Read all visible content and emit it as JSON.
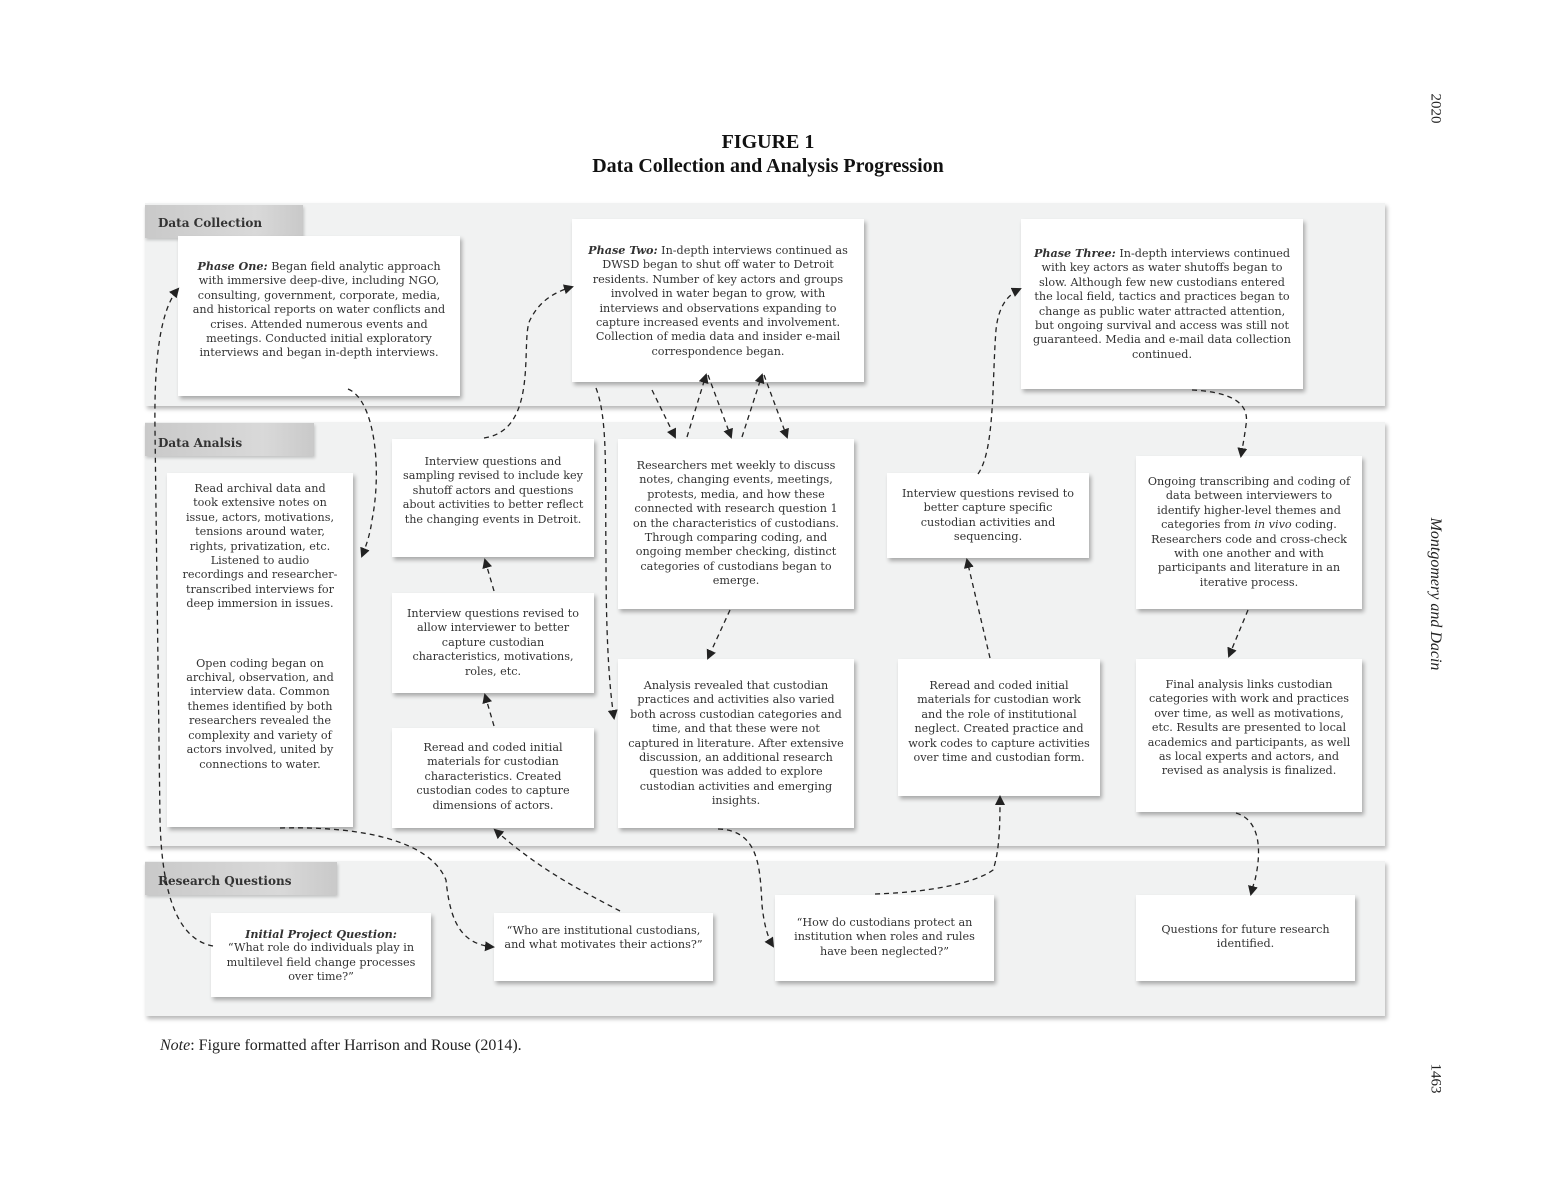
{
  "header": {
    "figure_number": "FIGURE 1",
    "figure_title": "Data Collection and Analysis Progression"
  },
  "margin": {
    "year": "2020",
    "authors": "Montgomery and Dacin",
    "page_number": "1463"
  },
  "bands": {
    "data_collection": "Data Collection",
    "data_analysis": "Data Analsis",
    "research_questions": "Research Questions"
  },
  "collection": {
    "phase_one_lead": "Phase One:",
    "phase_one_text": " Began field analytic approach with immersive deep-dive, including NGO, consulting, government, corporate, media, and historical reports on water conflicts and crises. Attended numerous events and meetings. Conducted initial exploratory interviews and began in-depth interviews.",
    "phase_two_lead": "Phase Two:",
    "phase_two_text": " In-depth interviews continued as DWSD began to shut off water to Detroit residents. Number of key actors and groups involved in water began to grow, with interviews and observations expanding to capture increased events and involvement. Collection of media data and insider e-mail correspondence began.",
    "phase_three_lead": "Phase Three:",
    "phase_three_text": " In-depth interviews continued with key actors as water shutoffs began to slow. Although few new custodians entered the local field, tactics and practices began to change as public water attracted attention, but ongoing survival and access was still not guaranteed. Media and e-mail data collection continued."
  },
  "analysis": {
    "archival_reading": "Read archival data and took extensive notes on issue, actors, motivations, tensions around water, rights, privatization, etc. Listened to audio recordings and researcher-transcribed interviews for deep immersion in issues.",
    "open_coding": "Open coding began on archival, observation, and interview data. Common themes identified by both researchers revealed the complexity and variety of actors involved, united by connections to water.",
    "questions_revised_shutoff": "Interview questions and sampling revised to include key shutoff actors and questions about activities to better reflect the changing events in Detroit.",
    "questions_revised_characteristics": "Interview questions revised to allow interviewer to better capture custodian characteristics, motivations, roles, etc.",
    "reread_characteristics": "Reread and coded initial materials for custodian characteristics. Created custodian codes to capture dimensions of actors.",
    "weekly_meetings": "Researchers met weekly to discuss notes, changing events, meetings, protests, media, and how these connected with research question 1 on the characteristics of custodians. Through comparing coding, and ongoing member checking, distinct categories of custodians began to emerge.",
    "analysis_revealed": "Analysis revealed that custodian practices and activities also varied both across custodian categories and time, and that these were not captured in literature. After extensive discussion, an additional research question was added to explore custodian activities and emerging insights.",
    "questions_revised_sequencing": "Interview questions revised to better capture specific custodian activities and sequencing.",
    "reread_work": "Reread and coded initial materials for custodian work and the role of institutional neglect. Created practice and work codes to capture activities over time and custodian form.",
    "ongoing_transcribing_a": "Ongoing transcribing and coding of data between interviewers to identify higher-level themes and categories from ",
    "ongoing_transcribing_italic": "in vivo",
    "ongoing_transcribing_b": " coding. Researchers code and cross-check with one another and with participants and literature in an iterative process.",
    "final_analysis": "Final analysis links custodian categories with work and practices over time, as well as motivations, etc. Results are presented to local academics and participants, as well as local experts and actors, and revised as analysis is finalized."
  },
  "questions": {
    "initial_lead": "Initial Project Question:",
    "initial_text": "“What role do individuals play in multilevel field change processes over time?”",
    "who_are_custodians": "“Who are institutional custodians, and what motivates their actions?”",
    "how_protect": "“How do custodians protect an institution when roles and rules have been neglected?”",
    "future_research": "Questions for future research identified."
  },
  "note": {
    "label": "Note",
    "text": ": Figure formatted after Harrison and Rouse (2014)."
  }
}
